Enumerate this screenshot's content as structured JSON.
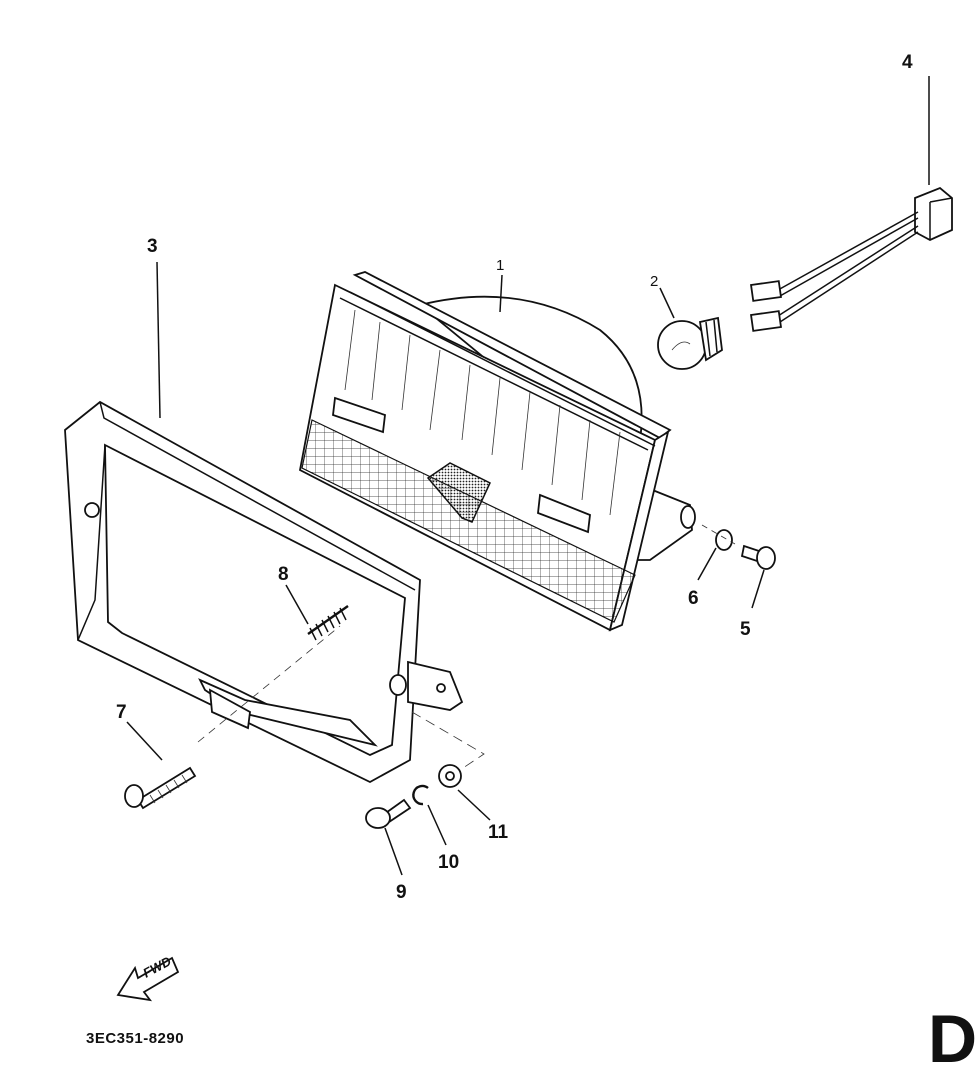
{
  "callouts": {
    "c1": "1",
    "c2": "2",
    "c3": "3",
    "c4": "4",
    "c5": "5",
    "c6": "6",
    "c7": "7",
    "c8": "8",
    "c9": "9",
    "c10": "10",
    "c11": "11"
  },
  "arrow_label": "FWD",
  "part_code": "3EC351-8290",
  "page_letter": "D"
}
